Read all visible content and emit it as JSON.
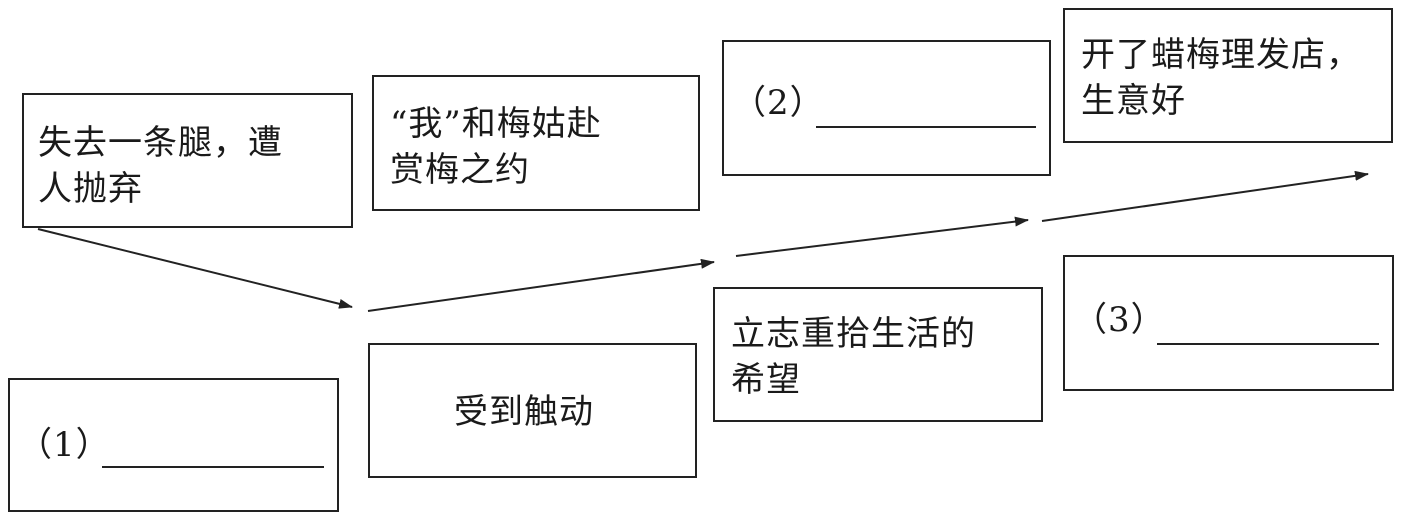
{
  "upper_events": [
    {
      "id": "b1",
      "text": [
        "失去一条腿，遭",
        "人抛弃"
      ]
    },
    {
      "id": "b2",
      "text": [
        "“我”和梅姑赴",
        "赏梅之约"
      ]
    },
    {
      "id": "b3",
      "label": "（2）"
    },
    {
      "id": "b4",
      "text": [
        "开了蜡梅理发店，",
        "生意好"
      ]
    }
  ],
  "lower_events": [
    {
      "id": "c1",
      "label": "（1）"
    },
    {
      "id": "c2",
      "text": [
        "受到触动"
      ]
    },
    {
      "id": "c3",
      "text": [
        "立志重拾生活的",
        "希望"
      ]
    },
    {
      "id": "c4",
      "label": "（3）"
    }
  ]
}
